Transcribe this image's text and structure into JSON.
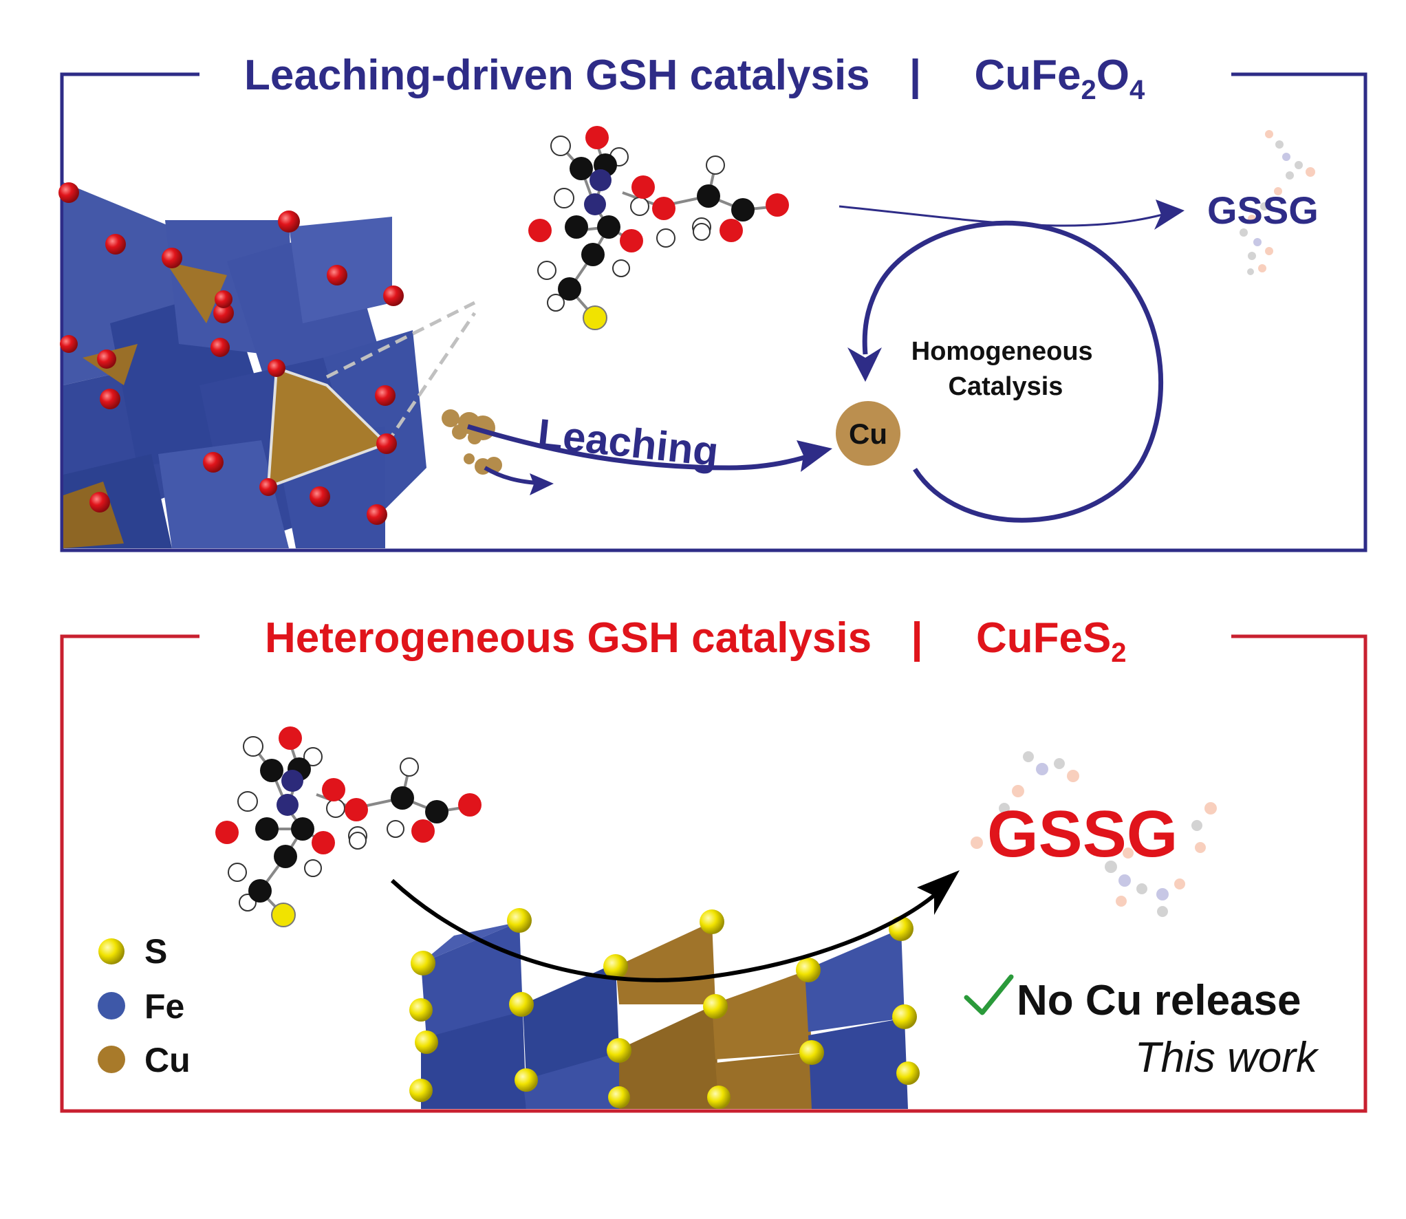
{
  "top_panel": {
    "title_left": "Leaching-driven GSH catalysis",
    "title_sep": "|",
    "formula": {
      "base": "CuFe",
      "sub1": "2",
      "mid": "O",
      "sub2": "4"
    },
    "product_label": "GSSG",
    "leaching_label": "Leaching",
    "cu_label": "Cu",
    "cycle_label_line1": "Homogeneous",
    "cycle_label_line2": "Catalysis",
    "frame_color": "#2e2c87"
  },
  "bottom_panel": {
    "title_left": "Heterogeneous GSH catalysis",
    "title_sep": "|",
    "formula": {
      "base": "CuFeS",
      "sub1": "2"
    },
    "product_label": "GSSG",
    "check_text": "No Cu release",
    "this_work": "This work",
    "frame_color": "#c8202f",
    "legend": [
      {
        "label": "S",
        "color": "#f3e600"
      },
      {
        "label": "Fe",
        "color": "#3e58a8"
      },
      {
        "label": "Cu",
        "color": "#a87a2a"
      }
    ]
  },
  "colors": {
    "fe_blue": "#3a4fa3",
    "cu_brown": "#a0742a",
    "oxygen_red": "#e0141b",
    "sulfur_yellow": "#f1e300",
    "check_green": "#2a9a3a"
  }
}
